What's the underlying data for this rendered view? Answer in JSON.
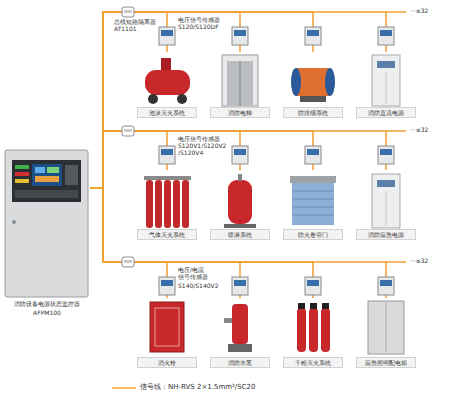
{
  "diagram": {
    "nodes": [
      {
        "text": [
          "消防设备电源状态监控器",
          "AFPM100"
        ]
      },
      {
        "text": [
          "泡沫灭火系统"
        ]
      },
      {
        "text": [
          "消防电梯"
        ]
      },
      {
        "text": [
          "防排烟系统"
        ]
      },
      {
        "text": [
          "消防直流电源"
        ]
      },
      {
        "text": [
          "气体灭火系统"
        ]
      },
      {
        "text": [
          "喷淋系统"
        ]
      },
      {
        "text": [
          "防火卷帘门"
        ]
      },
      {
        "text": [
          "消防应急电源"
        ]
      },
      {
        "text": [
          "消火栓"
        ]
      },
      {
        "text": [
          "消防水泵"
        ]
      },
      {
        "text": [
          "干粉灭火系统"
        ]
      },
      {
        "text": [
          "应急照明配电箱"
        ]
      }
    ],
    "edges": [
      {
        "from": 0,
        "to": 1,
        "arrow": "none"
      },
      {
        "from": 0,
        "to": 2,
        "arrow": "none"
      },
      {
        "from": 0,
        "to": 3,
        "arrow": "none"
      },
      {
        "from": 0,
        "to": 4,
        "arrow": "none"
      },
      {
        "from": 0,
        "to": 5,
        "arrow": "none"
      },
      {
        "from": 0,
        "to": 6,
        "arrow": "none"
      },
      {
        "from": 0,
        "to": 7,
        "arrow": "none"
      },
      {
        "from": 0,
        "to": 8,
        "arrow": "none"
      },
      {
        "from": 0,
        "to": 9,
        "arrow": "none"
      },
      {
        "from": 0,
        "to": 10,
        "arrow": "none"
      },
      {
        "from": 0,
        "to": 11,
        "arrow": "none"
      },
      {
        "from": 0,
        "to": 12,
        "arrow": "none"
      }
    ],
    "labels": [
      "总线短路隔离器",
      "AT1101",
      "电压信号传感器",
      "S120/S120DF",
      "···≤32",
      "电压信号传感器",
      "S120V1/S120V2 /S120V4",
      "···≤32",
      "电压/电流 信号传感器",
      "S140/S140V2",
      "···≤32"
    ],
    "legend": [
      {
        "text": "信号线：NH-RVS 2×1.5mm²/SC20"
      }
    ]
  }
}
